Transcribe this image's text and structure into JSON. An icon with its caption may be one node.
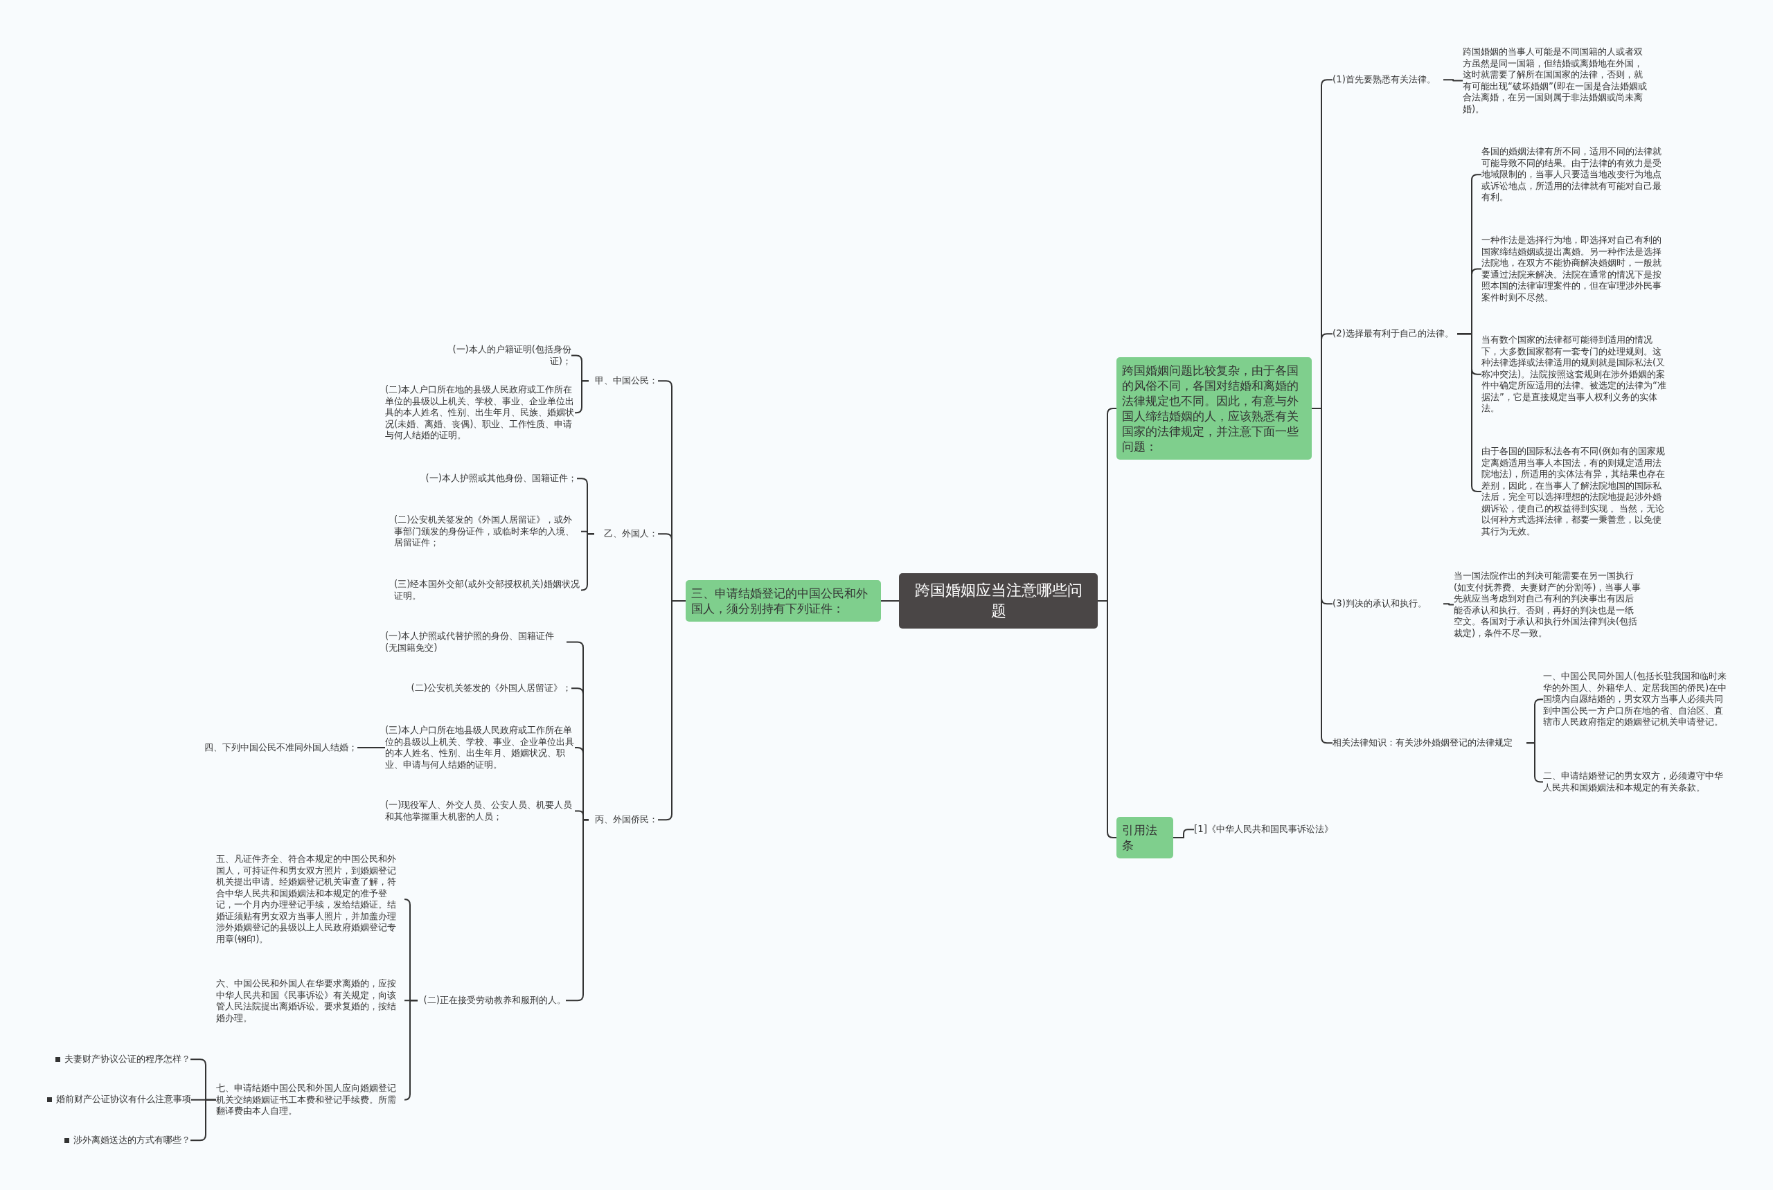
{
  "diagram": {
    "nodes": [
      {
        "text": [
          "跨国婚姻应当注意哪些问题"
        ]
      },
      {
        "text": [
          "三、申请结婚登记的中国公民和外国人，须分别持有下列证件："
        ]
      },
      {
        "text": [
          "甲、中国公民："
        ]
      },
      {
        "text": [
          "(一)本人的户籍证明(包括身份证)；"
        ]
      },
      {
        "text": [
          "(二)本人户口所在地的县级人民政府或工作所在单位的县级以上机关、学校、事业、企业单位出具的本人姓名、性别、出生年月、民族、婚姻状况(未婚、离婚、丧偶)、职业、工作性质、申请与何人结婚的证明。"
        ]
      },
      {
        "text": [
          "乙、外国人："
        ]
      },
      {
        "text": [
          "(一)本人护照或其他身份、国籍证件；"
        ]
      },
      {
        "text": [
          "(二)公安机关签发的《外国人居留证》，或外事部门颁发的身份证件，或临时来华的入境、居留证件；"
        ]
      },
      {
        "text": [
          "(三)经本国外交部(或外交部授权机关)婚姻状况证明。"
        ]
      },
      {
        "text": [
          "丙、外国侨民："
        ]
      },
      {
        "text": [
          "(一)本人护照或代替护照的身份、国籍证件(无国籍免交)"
        ]
      },
      {
        "text": [
          "(二)公安机关签发的《外国人居留证》；"
        ]
      },
      {
        "text": [
          "(三)本人户口所在地县级人民政府或工作所在单位的县级以上机关、学校、事业、企业单位出具的本人姓名、性别、出生年月、婚姻状况、职业、申请与何人结婚的证明。"
        ]
      },
      {
        "text": [
          "四、下列中国公民不准同外国人结婚；"
        ]
      },
      {
        "text": [
          "(一)现役军人、外交人员、公安人员、机要人员和其他掌握重大机密的人员；"
        ]
      },
      {
        "text": [
          "(二)正在接受劳动教养和服刑的人。"
        ]
      },
      {
        "text": [
          "五、凡证件齐全、符合本规定的中国公民和外国人，可持证件和男女双方照片，到婚姻登记机关提出申请。经婚姻登记机关审查了解，符合中华人民共和国婚姻法和本规定的准予登记，一个月内办理登记手续，发给结婚证。结婚证须贴有男女双方当事人照片，并加盖办理涉外婚姻登记的县级以上人民政府婚姻登记专用章(钢印)。"
        ]
      },
      {
        "text": [
          "六、中国公民和外国人在华要求离婚的，应按中华人民共和国《民事诉讼》有关规定，向该管人民法院提出离婚诉讼。要求复婚的，按结婚办理。"
        ]
      },
      {
        "text": [
          "七、申请结婚中国公民和外国人应向婚姻登记机关交纳婚姻证书工本费和登记手续费。所需翻译费由本人自理。"
        ]
      },
      {
        "text": [
          "夫妻财产协议公证的程序怎样？"
        ]
      },
      {
        "text": [
          "婚前财产公证协议有什么注意事项"
        ]
      },
      {
        "text": [
          "涉外离婚送达的方式有哪些？"
        ]
      },
      {
        "text": [
          "跨国婚姻问题比较复杂，由于各国的风俗不同，各国对结婚和离婚的法律规定也不同。因此，有意与外国人缔结婚姻的人，应该熟悉有关国家的法律规定，并注意下面一些问题："
        ]
      },
      {
        "text": [
          "(1)首先要熟悉有关法律。"
        ]
      },
      {
        "text": [
          "跨国婚姻的当事人可能是不同国籍的人或者双方虽然是同一国籍，但结婚或离婚地在外国，这时就需要了解所在国国家的法律，否则，就有可能出现“破坏婚姻”(即在一国是合法婚姻或合法离婚，在另一国则属于非法婚姻或尚未离婚)。"
        ]
      },
      {
        "text": [
          "(2)选择最有利于自己的法律。"
        ]
      },
      {
        "text": [
          "各国的婚姻法律有所不同，适用不同的法律就可能导致不同的结果。由于法律的有效力是受地域限制的，当事人只要适当地改变行为地点或诉讼地点，所适用的法律就有可能对自己最有利。"
        ]
      },
      {
        "text": [
          "一种作法是选择行为地，即选择对自己有利的国家缔结婚姻或提出离婚。另一种作法是选择法院地，在双方不能协商解决婚姻时，一般就要通过法院来解决。法院在通常的情况下是按照本国的法律审理案件的，但在审理涉外民事案件时则不尽然。"
        ]
      },
      {
        "text": [
          "当有数个国家的法律都可能得到适用的情况下，大多数国家都有一套专门的处理规则。这种法律选择或法律适用的规则就是国际私法(又称冲突法)。法院按照这套规则在涉外婚姻的案件中确定所应适用的法律。被选定的法律为“准据法”，它是直接规定当事人权利义务的实体法。"
        ]
      },
      {
        "text": [
          "由于各国的国际私法各有不同(例如有的国家规定离婚适用当事人本国法，有的则规定适用法院地法)，所适用的实体法有异，其结果也存在差别，因此，在当事人了解法院地国的国际私法后，完全可以选择理想的法院地提起涉外婚姻诉讼，使自己的权益得到实现 。当然，无论以何种方式选择法律，都要一秉善意，以免使其行为无效。"
        ]
      },
      {
        "text": [
          "(3)判决的承认和执行。"
        ]
      },
      {
        "text": [
          "当一国法院作出的判决可能需要在另一国执行(如支付抚养费、夫妻财产的分割等)，当事人事先就应当考虑到对自己有利的判决事出有因后能否承认和执行。否则，再好的判决也是一纸空文。各国对于承认和执行外国法律判决(包括裁定)，条件不尽一致。"
        ]
      },
      {
        "text": [
          "相关法律知识：有关涉外婚姻登记的法律规定"
        ]
      },
      {
        "text": [
          "一、中国公民同外国人(包括长驻我国和临时来华的外国人、外籍华人、定居我国的侨民)在中国境内自愿结婚的，男女双方当事人必须共同到中国公民一方户口所在地的省、自治区、直辖市人民政府指定的婚姻登记机关申请登记。"
        ]
      },
      {
        "text": [
          "二、申请结婚登记的男女双方，必须遵守中华人民共和国婚姻法和本规定的有关条款。"
        ]
      },
      {
        "text": [
          "引用法条"
        ]
      },
      {
        "text": [
          "[1]《中华人民共和国民事诉讼法》"
        ]
      }
    ],
    "edges": [
      {
        "from": 0,
        "to": 1,
        "arrow": "none"
      },
      {
        "from": 1,
        "to": 2,
        "arrow": "none"
      },
      {
        "from": 1,
        "to": 5,
        "arrow": "none"
      },
      {
        "from": 1,
        "to": 9,
        "arrow": "none"
      },
      {
        "from": 2,
        "to": 3,
        "arrow": "none"
      },
      {
        "from": 2,
        "to": 4,
        "arrow": "none"
      },
      {
        "from": 5,
        "to": 6,
        "arrow": "none"
      },
      {
        "from": 5,
        "to": 7,
        "arrow": "none"
      },
      {
        "from": 5,
        "to": 8,
        "arrow": "none"
      },
      {
        "from": 9,
        "to": 10,
        "arrow": "none"
      },
      {
        "from": 9,
        "to": 11,
        "arrow": "none"
      },
      {
        "from": 9,
        "to": 12,
        "arrow": "none"
      },
      {
        "from": 9,
        "to": 14,
        "arrow": "none"
      },
      {
        "from": 9,
        "to": 15,
        "arrow": "none"
      },
      {
        "from": 12,
        "to": 13,
        "arrow": "none"
      },
      {
        "from": 15,
        "to": 16,
        "arrow": "none"
      },
      {
        "from": 15,
        "to": 17,
        "arrow": "none"
      },
      {
        "from": 15,
        "to": 18,
        "arrow": "none"
      },
      {
        "from": 18,
        "to": 19,
        "arrow": "none"
      },
      {
        "from": 18,
        "to": 20,
        "arrow": "none"
      },
      {
        "from": 18,
        "to": 21,
        "arrow": "none"
      },
      {
        "from": 0,
        "to": 22,
        "arrow": "none"
      },
      {
        "from": 0,
        "to": 35,
        "arrow": "none"
      },
      {
        "from": 22,
        "to": 23,
        "arrow": "none"
      },
      {
        "from": 22,
        "to": 25,
        "arrow": "none"
      },
      {
        "from": 22,
        "to": 30,
        "arrow": "none"
      },
      {
        "from": 22,
        "to": 32,
        "arrow": "none"
      },
      {
        "from": 23,
        "to": 24,
        "arrow": "none"
      },
      {
        "from": 25,
        "to": 26,
        "arrow": "none"
      },
      {
        "from": 25,
        "to": 27,
        "arrow": "none"
      },
      {
        "from": 25,
        "to": 28,
        "arrow": "none"
      },
      {
        "from": 25,
        "to": 29,
        "arrow": "none"
      },
      {
        "from": 30,
        "to": 31,
        "arrow": "none"
      },
      {
        "from": 32,
        "to": 33,
        "arrow": "none"
      },
      {
        "from": 32,
        "to": 34,
        "arrow": "none"
      },
      {
        "from": 35,
        "to": 36,
        "arrow": "none"
      }
    ]
  }
}
